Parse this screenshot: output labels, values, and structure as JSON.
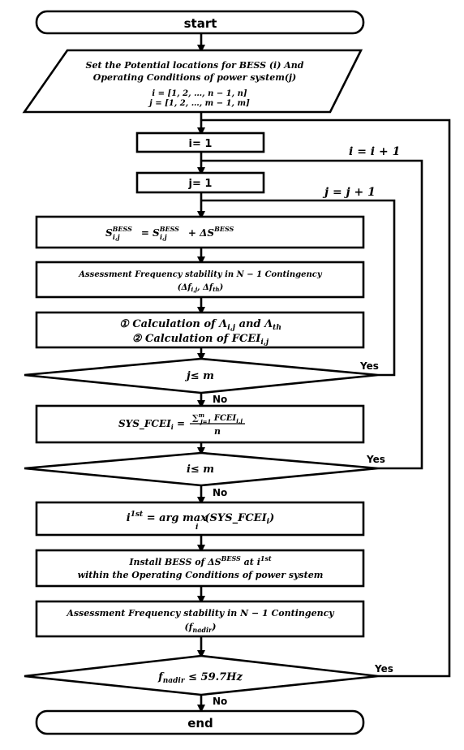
{
  "nodes": {
    "start": "start",
    "set_line1": "Set the Potential locations for BESS (i) And",
    "set_line2": "Operating Conditions of power system(j)",
    "set_line3": "i = [1, 2, …, n − 1, n]",
    "set_line4": "j = [1, 2, …, m − 1, m]",
    "i_init": "i= 1",
    "j_init": "j= 1",
    "bess_update": "S_{i,j}^{BESS} = S_{i,j}^{BESS} + ΔS^{BESS}",
    "assess1_line1": "Assessment Frequency stability in N − 1 Contingency",
    "assess1_line2": "(Δf_{i,j}, Δf_{th})",
    "calc_line1": "① Calculation of Λ_{i,j} and Λ_{th}",
    "calc_line2": "② Calculation of FCEI_{i,j}",
    "dec_j": "j≤ m",
    "sys_fcei": "SYS_FCEI_i = Σ_{j=1}^{m} FCEI_{i,j} / n",
    "dec_i": "i≤ m",
    "argmax": "i^{1st} = arg max_i (SYS_FCEI_i)",
    "install_line1": "Install BESS of ΔS^{BESS} at i^{1st}",
    "install_line2": "within the Operating Conditions of power system",
    "assess2_line1": "Assessment Frequency stability in N − 1 Contingency",
    "assess2_line2": "(f_{nadir})",
    "dec_f": "f_{nadir} ≤ 59.7Hz",
    "end": "end"
  },
  "edges": {
    "i_inc": "i = i + 1",
    "j_inc": "j = j + 1",
    "yes1": "Yes",
    "no1": "No",
    "yes2": "Yes",
    "no2": "No",
    "yes3": "Yes",
    "no3": "No"
  }
}
